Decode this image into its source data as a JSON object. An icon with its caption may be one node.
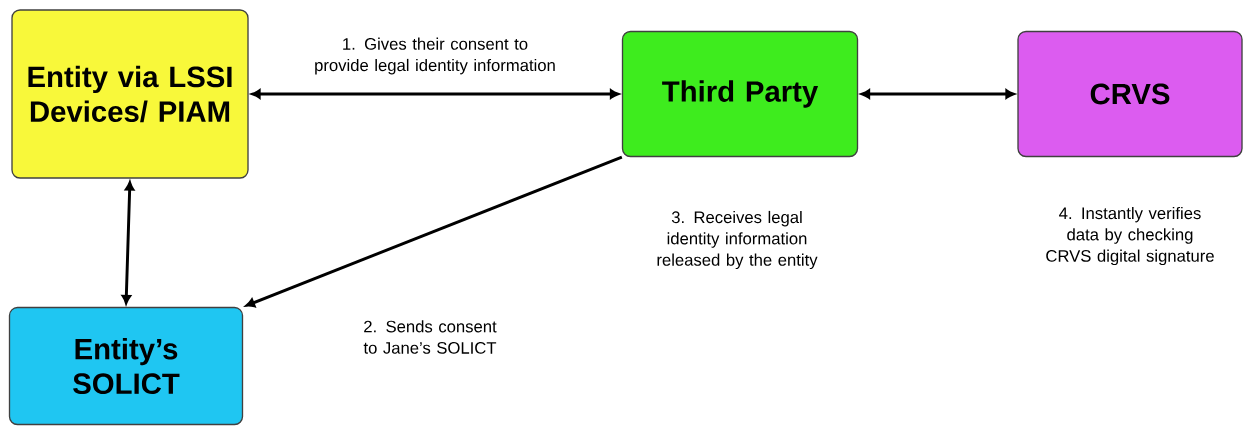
{
  "diagram": {
    "nodes": [
      {
        "text": [
          "Entity via LSSI Devices/ PIAM"
        ]
      },
      {
        "text": [
          "Third Party"
        ],
        "beside": [
          "3. Receives legal identity information released by the entity"
        ]
      },
      {
        "text": [
          "CRVS"
        ],
        "beside": [
          "4. Instantly verifies data by checking CRVS digital signature"
        ]
      },
      {
        "text": [
          "Entity’s SOLICT"
        ]
      }
    ],
    "edges": [
      {
        "from": 0,
        "to": 1,
        "arrow": "both",
        "label": "1. Gives their consent to provide legal identity information"
      },
      {
        "from": 1,
        "to": 2,
        "arrow": "both"
      },
      {
        "from": 0,
        "to": 3,
        "arrow": "both"
      },
      {
        "from": 1,
        "to": 3,
        "arrow": "to",
        "label": "2. Sends consent to Jane’s SOLICT"
      }
    ]
  }
}
